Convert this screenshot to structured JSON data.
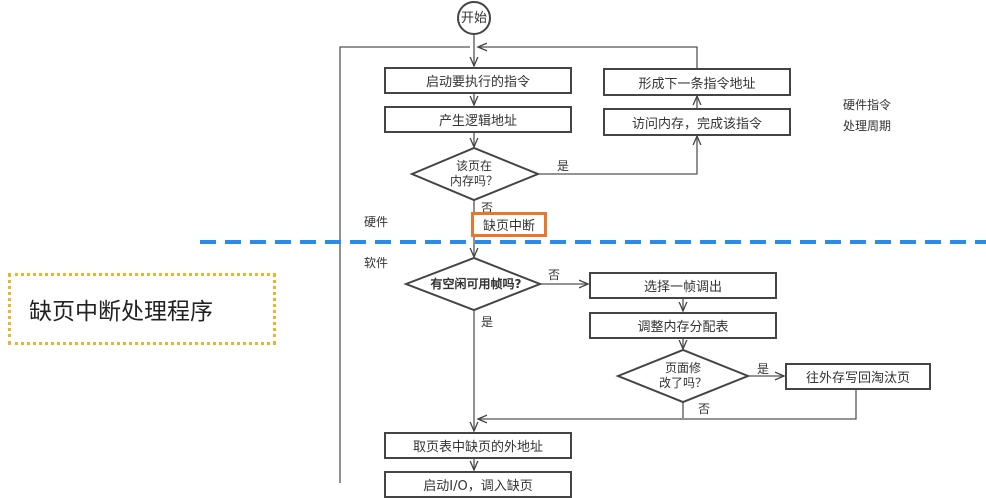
{
  "flowchart": {
    "start": "开始",
    "start_instruction": "启动要执行的指令",
    "gen_logical_address": "产生逻辑地址",
    "page_in_memory_q": [
      "该页在",
      "内存吗？"
    ],
    "yes": "是",
    "no": "否",
    "form_next_address": "形成下一条指令地址",
    "access_memory": "访问内存，完成该指令",
    "hardware_cycle": [
      "硬件指令",
      "处理周期"
    ],
    "page_fault_interrupt": "缺页中断",
    "hardware_label": "硬件",
    "software_label": "软件",
    "free_frame_q": "有空闲可用帧吗?",
    "select_frame_out": "选择一帧调出",
    "adjust_table": "调整内存分配表",
    "page_modified_q": [
      "页面修",
      "改了吗？"
    ],
    "write_back": "往外存写回淘汰页",
    "get_external_address": "取页表中缺页的外地址",
    "start_io": "启动I/O，调入缺页"
  },
  "annotation": {
    "title": "缺页中断处理程序"
  },
  "colors": {
    "divider": "#2b8be8",
    "highlight": "#e9762b",
    "annotation_border": "#f0b323"
  }
}
